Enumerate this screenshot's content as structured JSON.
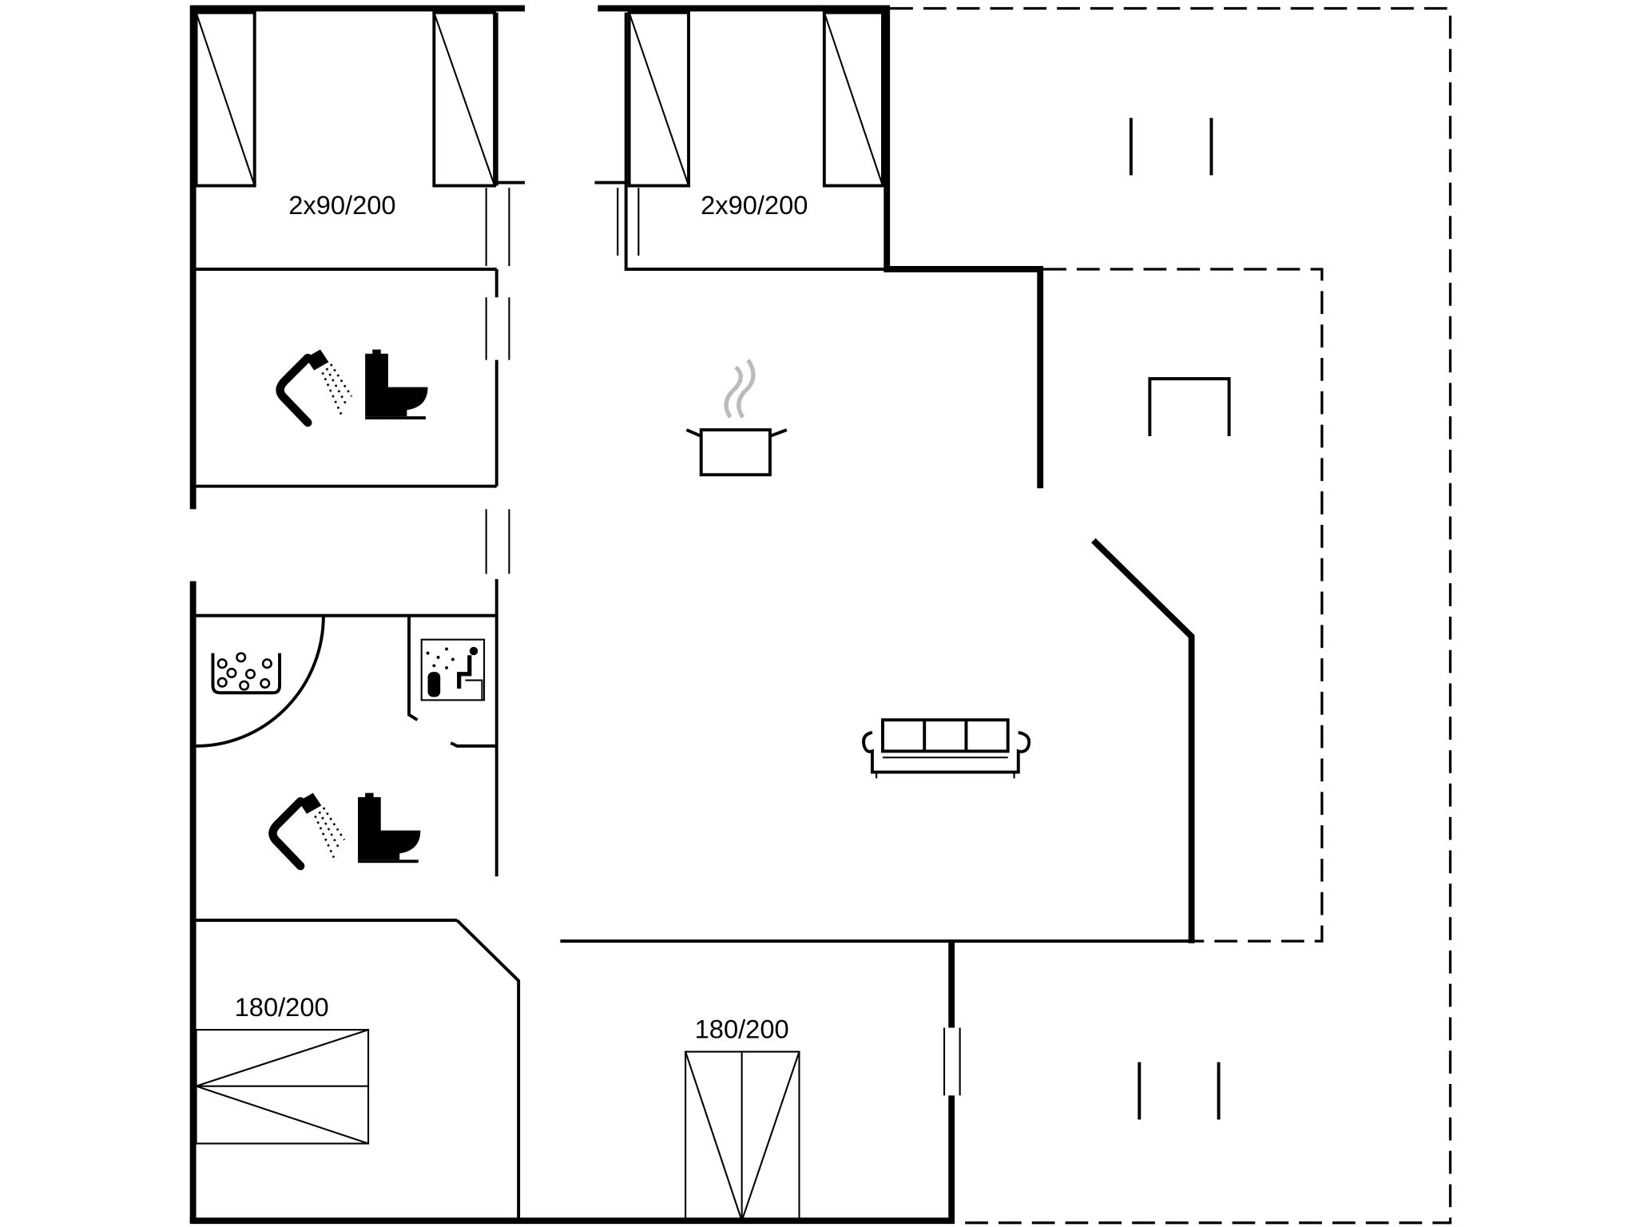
{
  "floorplan": {
    "rooms": {
      "bedroom_top_left": {
        "bed_label": "2x90/200"
      },
      "bedroom_top_middle": {
        "bed_label": "2x90/200"
      },
      "bedroom_bottom_left": {
        "bed_label": "180/200"
      },
      "bedroom_bottom_middle": {
        "bed_label": "180/200"
      }
    },
    "icons": [
      "shower-icon",
      "toilet-icon",
      "hot-tub-icon",
      "sauna-icon",
      "cooking-pot-icon",
      "sofa-icon",
      "wardrobe-icon",
      "bed-icon"
    ],
    "line_color": "#000000",
    "background": "#ffffff"
  }
}
